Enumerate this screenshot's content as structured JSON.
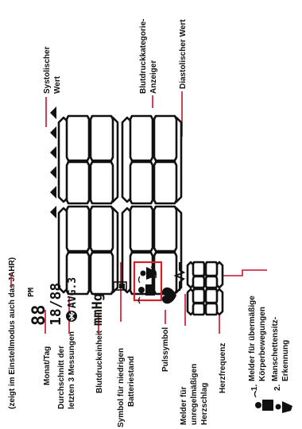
{
  "colors": {
    "leader": "#c8102e",
    "ink": "#111111",
    "background": "#ffffff"
  },
  "labels": {
    "top_left_note": "(zeigt im Einstellmodus auch das JAHR)",
    "systolic_line1": "Systolischer",
    "systolic_line2": "Wert",
    "category_line1": "Blutdruckkategorie-",
    "category_line2": "Anzeiger",
    "diastolic": "Diastolischer Wert",
    "month_day": "Monat/Tag",
    "average_line1": "Durchschnitt der",
    "average_line2": "letzten 3 Messungen",
    "unit": "Blutdruckeinheit",
    "battery_line1": "Symbol für niedrigen",
    "battery_line2": "Batteriestand",
    "pulse": "Pulssymbol",
    "irregular_line1": "Melder für",
    "irregular_line2": "unregelmäßigen",
    "irregular_line3": "Herzschlag",
    "heart_rate": "Herzfrequenz"
  },
  "legend": {
    "item1_number": "1.",
    "item1_line1": "Melder für übermäßige",
    "item1_line2": "Körperbewegungen",
    "item2_number": "2.",
    "item2_line1": "Manschettensitz-",
    "item2_line2": "Erkennung"
  },
  "lcd": {
    "date_top": "88",
    "date_bottom": "18/88",
    "avg": "AVG.3",
    "unit": "mmHg",
    "pm": "PM"
  },
  "icons": [
    "bluetooth-icon",
    "battery-icon",
    "heart-icon",
    "pulse-wave-icon",
    "body-movement-icon",
    "cuff-fit-icon",
    "triangle-indicator-icon"
  ]
}
